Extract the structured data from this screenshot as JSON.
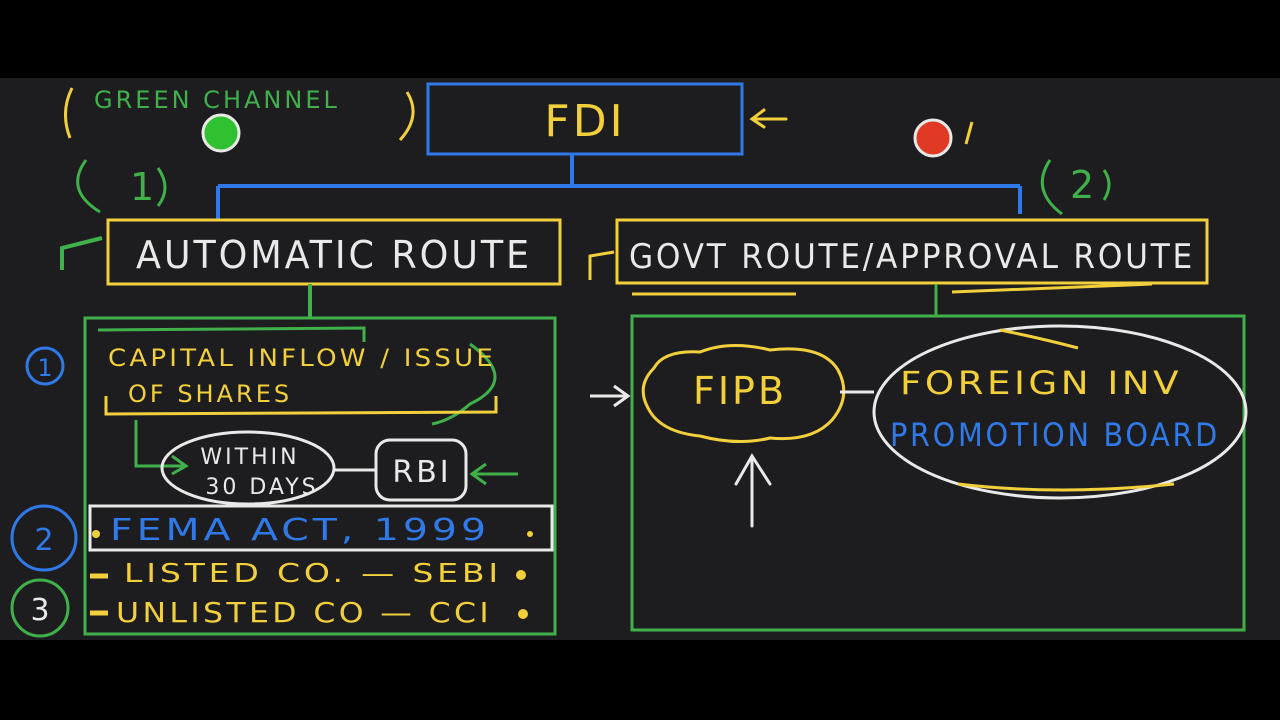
{
  "colors": {
    "board": "#1d1d1f",
    "yellow": "#f2d03c",
    "blue": "#2f79e8",
    "green": "#3fb04a",
    "white": "#e9e9e9",
    "red_dot": "#e03a24",
    "green_dot": "#2fc12f"
  },
  "top": {
    "green_channel": "GREEN CHANNEL",
    "fdi": "FDI",
    "num_1": "1",
    "num_2": "2"
  },
  "routes": {
    "automatic": "AUTOMATIC ROUTE",
    "govt": "GOVT ROUTE/APPROVAL ROUTE"
  },
  "automatic_panel": {
    "capital_line1": "CAPITAL INFLOW / ISSUE",
    "capital_line2": "OF SHARES",
    "within_line1": "WITHIN",
    "within_line2": "30 DAYS",
    "rbi": "RBI",
    "fema": "FEMA ACT, 1999",
    "listed": "LISTED CO. — SEBI",
    "unlisted": "UNLISTED CO — CCI",
    "marker_1": "1",
    "marker_2": "2",
    "marker_3": "3"
  },
  "govt_panel": {
    "fipb": "FIPB",
    "foreign_line1": "FOREIGN INV",
    "foreign_line2": "PROMOTION BOARD"
  }
}
